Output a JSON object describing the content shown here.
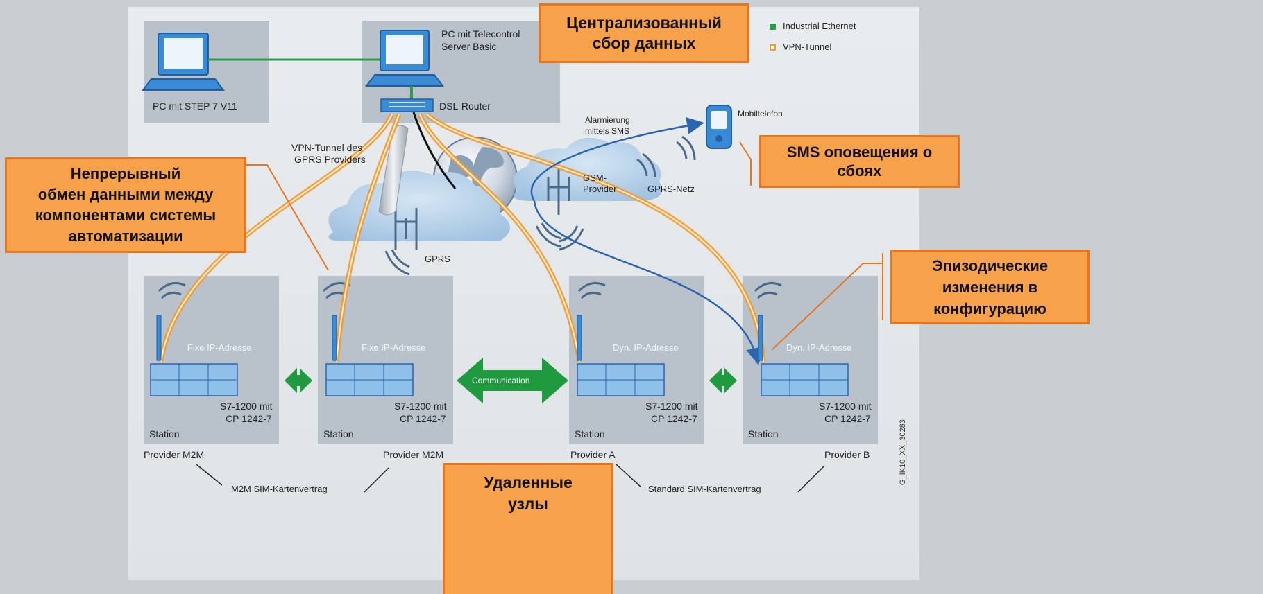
{
  "legend": [
    {
      "label": "Industrial Ethernet",
      "color": "#2a9d4a"
    },
    {
      "label": "VPN-Tunnel",
      "color": "#f59a2c"
    }
  ],
  "nodes": {
    "pc_step7": "PC mit STEP 7 V11",
    "pc_telecontrol_1": "PC mit Telecontrol",
    "pc_telecontrol_2": "Server Basic",
    "dsl_router": "DSL-Router",
    "mobile": "Mobiltelefon",
    "alarm_1": "Alarmierung",
    "alarm_2": "mittels SMS",
    "vpn_tunnel_1": "VPN-Tunnel des",
    "vpn_tunnel_2": "GPRS Providers",
    "gsm_1": "GSM-",
    "gsm_2": "Provider",
    "gprs_netz": "GPRS-Netz",
    "gprs": "GPRS",
    "communication": "Communication"
  },
  "stations": [
    {
      "ip": "Fixe IP-Adresse",
      "device_1": "S7-1200 mit",
      "device_2": "CP 1242-7",
      "label": "Station",
      "provider": "Provider M2M"
    },
    {
      "ip": "Fixe IP-Adresse",
      "device_1": "S7-1200 mit",
      "device_2": "CP 1242-7",
      "label": "Station",
      "provider": "Provider M2M"
    },
    {
      "ip": "Dyn. IP-Adresse",
      "device_1": "S7-1200 mit",
      "device_2": "CP 1242-7",
      "label": "Station",
      "provider": "Provider A"
    },
    {
      "ip": "Dyn. IP-Adresse",
      "device_1": "S7-1200 mit",
      "device_2": "CP 1242-7",
      "label": "Station",
      "provider": "Provider B"
    }
  ],
  "contracts": {
    "m2m": "M2M SIM-Kartenvertrag",
    "standard": "Standard SIM-Kartenvertrag"
  },
  "image_id": "G_IK10_XX_30283",
  "callouts": {
    "central": [
      "Централизованный",
      "сбор данных"
    ],
    "sms": [
      "SMS оповещения о",
      "сбоях"
    ],
    "continuous": [
      "Непрерывный",
      "обмен данными между",
      "компонентами системы",
      "автоматизации"
    ],
    "episodic": [
      "Эпизодические",
      "изменения в",
      "конфигурацию"
    ],
    "remote": [
      "Удаленные",
      "узлы"
    ]
  }
}
